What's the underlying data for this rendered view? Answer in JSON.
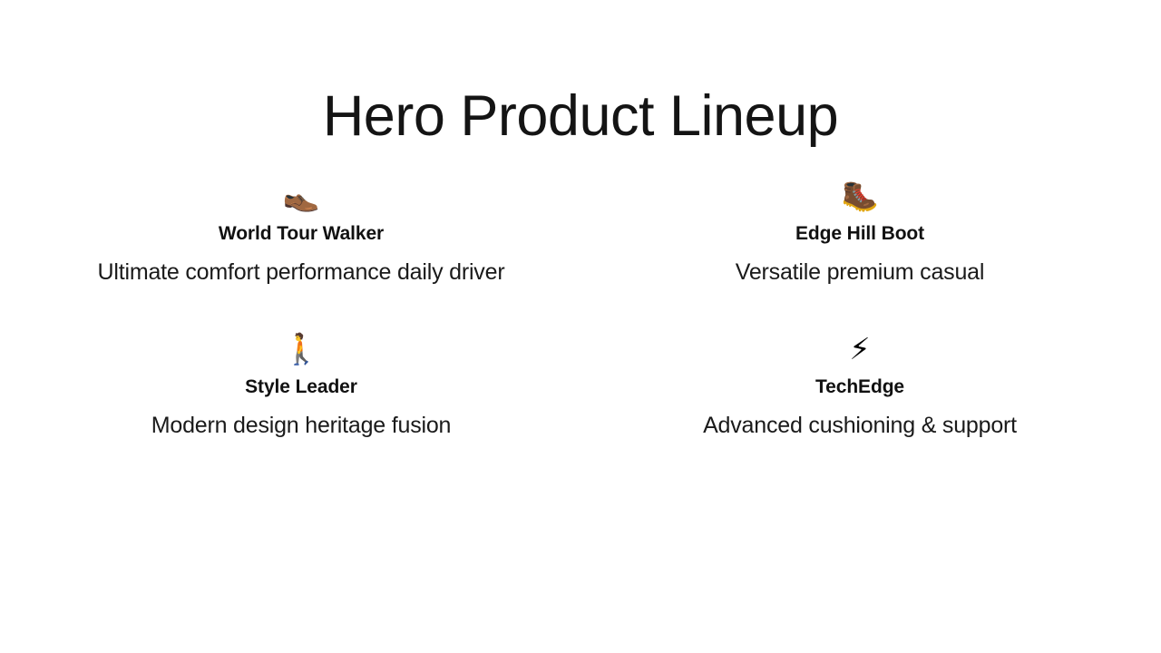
{
  "slide": {
    "title": "Hero Product Lineup",
    "background_color": "#ffffff",
    "title_color": "#141414",
    "body_text_color": "#1a1a1a"
  },
  "products": [
    {
      "icon": "👞",
      "icon_name": "dress-shoe-icon",
      "name": "World Tour Walker",
      "description": "Ultimate comfort performance daily driver"
    },
    {
      "icon": "🥾",
      "icon_name": "hiking-boot-icon",
      "name": "Edge Hill Boot",
      "description": "Versatile premium casual"
    },
    {
      "icon": "🚶",
      "icon_name": "walking-person-icon",
      "name": "Style Leader",
      "description": "Modern design heritage fusion"
    },
    {
      "icon": "⚡",
      "icon_name": "lightning-bolt-icon",
      "name": "TechEdge",
      "description": "Advanced cushioning & support"
    }
  ]
}
